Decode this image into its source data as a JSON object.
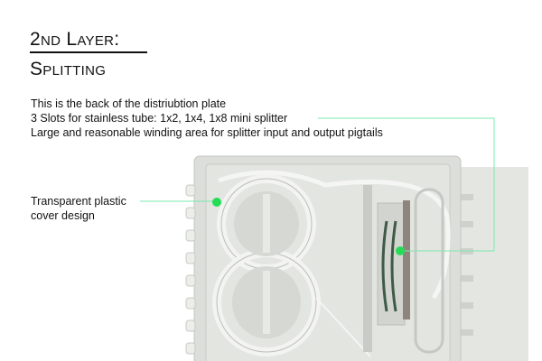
{
  "heading": {
    "line1": "2nd Layer:",
    "line2": "Splitting"
  },
  "description": [
    "This is the back of the distriubtion plate",
    "3 Slots for stainless tube: 1x2, 1x4, 1x8 mini splitter",
    "Large and reasonable winding area for splitter input and output pigtails"
  ],
  "callout_cover": {
    "line1": "Transparent plastic",
    "line2": "cover design"
  },
  "colors": {
    "callout_line": "#7de8b0",
    "callout_dot": "#22dd55",
    "box": "#d9dbd6"
  }
}
